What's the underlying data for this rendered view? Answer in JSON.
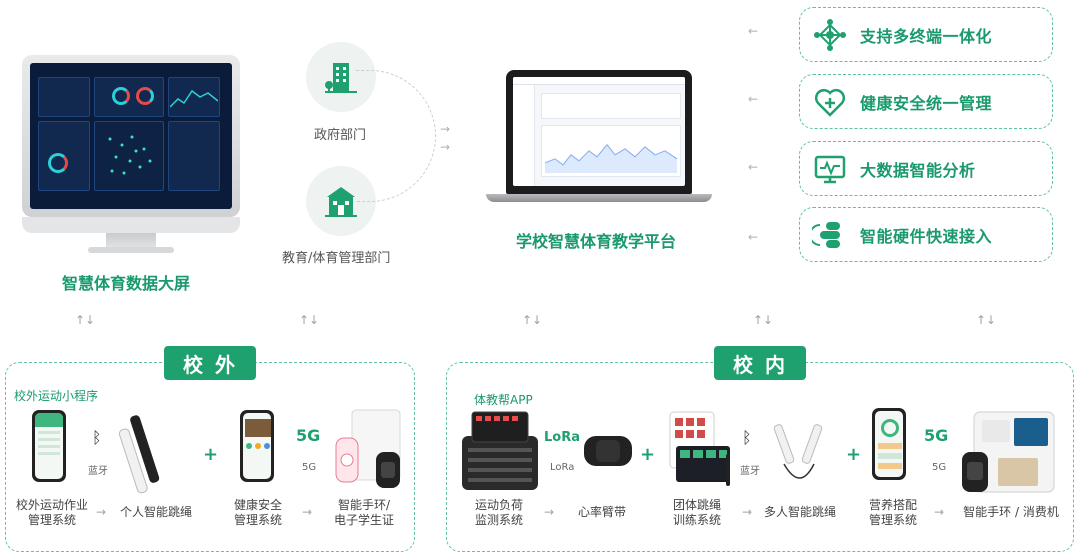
{
  "top": {
    "big_screen_label": "智慧体育数据大屏",
    "departments": [
      {
        "label": "政府部门",
        "icon": "government-building-icon"
      },
      {
        "label": "教育/体育管理部门",
        "icon": "school-building-icon"
      }
    ],
    "platform_label": "学校智慧体育教学平台",
    "features": [
      {
        "label": "支持多终端一体化",
        "icon": "network-nodes-icon"
      },
      {
        "label": "健康安全统一管理",
        "icon": "heart-plus-icon"
      },
      {
        "label": "大数据智能分析",
        "icon": "monitor-pulse-icon"
      },
      {
        "label": "智能硬件快速接入",
        "icon": "hardware-connect-icon"
      }
    ]
  },
  "outside": {
    "badge": "校外",
    "app_label": "校外运动小程序",
    "items": [
      {
        "caption_line1": "校外运动作业",
        "caption_line2": "管理系统"
      },
      {
        "caption_line1": "个人智能跳绳",
        "caption_line2": ""
      },
      {
        "caption_line1": "健康安全",
        "caption_line2": "管理系统"
      },
      {
        "caption_line1": "智能手环/",
        "caption_line2": "电子学生证"
      }
    ],
    "link1": "蓝牙",
    "link2": "5G"
  },
  "inside": {
    "badge": "校内",
    "app_label": "体教帮APP",
    "items": [
      {
        "caption_line1": "运动负荷",
        "caption_line2": "监测系统"
      },
      {
        "caption_line1": "心率臂带",
        "caption_line2": ""
      },
      {
        "caption_line1": "团体跳绳",
        "caption_line2": "训练系统"
      },
      {
        "caption_line1": "多人智能跳绳",
        "caption_line2": ""
      },
      {
        "caption_line1": "营养搭配",
        "caption_line2": "管理系统"
      },
      {
        "caption_line1": "智能手环 / 消费机",
        "caption_line2": ""
      }
    ],
    "link1": "LoRa",
    "link2": "蓝牙",
    "link3": "5G"
  },
  "colors": {
    "brand_green": "#1a9a6c",
    "dashed_border": "#63c39f"
  }
}
